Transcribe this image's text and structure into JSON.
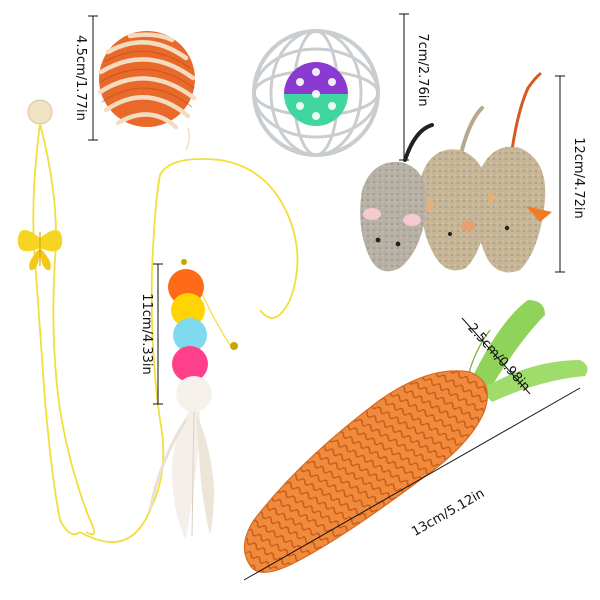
{
  "labels": {
    "ball": "4.5cm/1.77in",
    "cage": "7cm/2.76in",
    "mice": "12cm/4.72in",
    "wand": "11cm/4.33in",
    "carrot_leaf": "2.5cm/0.98in",
    "carrot": "13cm/5.12in"
  },
  "colors": {
    "sisal_orange": "#e8692a",
    "sisal_cream": "#f3dcc0",
    "carrot": "#f08a3c",
    "leaf": "#8fd35a",
    "string": "#f2de3a",
    "butterfly": "#f6d422",
    "cage_wire": "#c9cdd0",
    "ball_purple": "#8a3ad1",
    "ball_green": "#3fd6a0",
    "mouse_grey": "#b7b0a4",
    "mouse_tan": "#c6b597",
    "nose": "#f07a26",
    "pom_orange": "#ff6a1a",
    "pom_yellow": "#ffd400",
    "pom_blue": "#7fd9ef",
    "pom_pink": "#ff3f8a",
    "pom_white": "#f6f1ea"
  }
}
